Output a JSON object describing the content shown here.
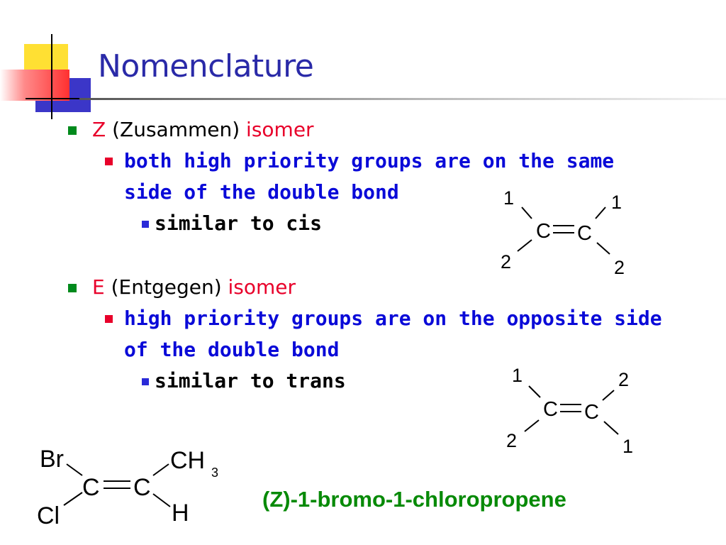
{
  "title": "Nomenclature",
  "z_section": {
    "letter": "Z",
    "word": "(Zusammen)",
    "isomer": "isomer",
    "desc_line1": "both high priority groups are on the same",
    "desc_line2": "side of the double bond",
    "similar": "similar to cis"
  },
  "e_section": {
    "letter": "E",
    "word": "(Entgegen)",
    "isomer": "isomer",
    "desc_line1": "high priority groups are on the opposite side",
    "desc_line2": "of the double bond",
    "similar": "similar to trans"
  },
  "z_diagram": {
    "c_left": "C",
    "c_right": "C",
    "top_left": "1",
    "top_right": "1",
    "bottom_left": "2",
    "bottom_right": "2"
  },
  "e_diagram": {
    "c_left": "C",
    "c_right": "C",
    "top_left": "1",
    "top_right": "2",
    "bottom_left": "2",
    "bottom_right": "1"
  },
  "example": {
    "top_left": "Br",
    "bottom_left": "Cl",
    "top_right": "CH",
    "subscript": "3",
    "bottom_right": "H",
    "c_left": "C",
    "c_right": "C",
    "name": "(Z)-1-bromo-1-chloropropene"
  },
  "colors": {
    "title": "#2a2aa8",
    "bullet_l1": "#008a1c",
    "bullet_l2": "#e8002a",
    "bullet_l3": "#2a2ad8",
    "red_text": "#e8002a",
    "blue_text": "#0a0ad8",
    "name_green": "#078a07"
  }
}
